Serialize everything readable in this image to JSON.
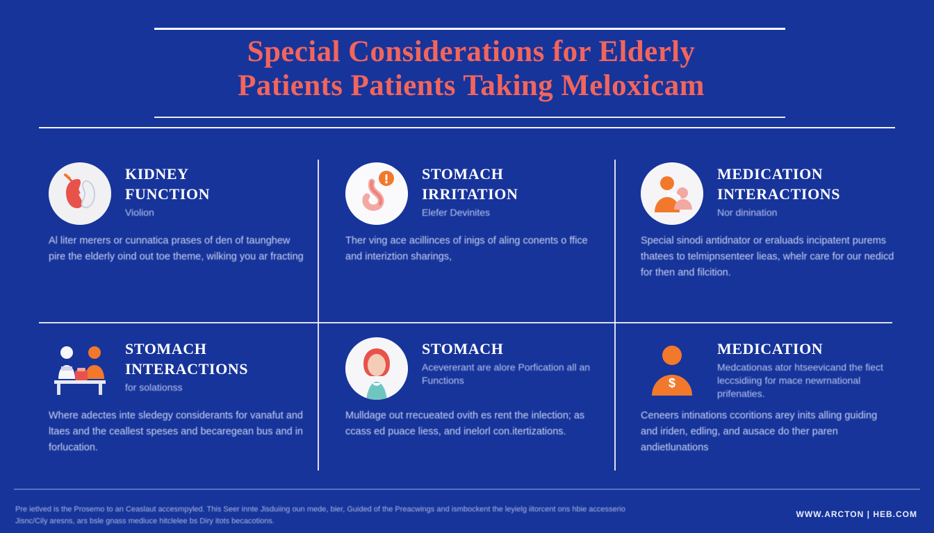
{
  "header": {
    "title_line1": "Special Considerations for Elderly",
    "title_line2": "Patients Patients Taking Meloxicam"
  },
  "colors": {
    "background": "#17349b",
    "title": "#f2655c",
    "rule": "#ffffff",
    "body_text": "#cbd6f2",
    "accent_orange": "#f2782c",
    "accent_red": "#e8524a",
    "icon_bg": "#f4f4f6"
  },
  "cards": [
    {
      "icon": "kidneys-icon",
      "title_line1": "KIDNEY",
      "title_line2": "FUNCTION",
      "subtitle": "Violion",
      "body": "Al liter merers or cunnatica prases of den of taunghew pire the elderly oind out toe theme, wilking you ar fracting"
    },
    {
      "icon": "stomach-icon",
      "title_line1": "STOMACH",
      "title_line2": "IRRITATION",
      "subtitle": "Elefer Devinites",
      "body": "Ther ving ace acillinces of inigs of aling conents o ffice and interiztion sharings,"
    },
    {
      "icon": "caregiver-icon",
      "title_line1": "MEDICATION",
      "title_line2": "INTERACTIONS",
      "subtitle": "Nor dinination",
      "body": "Special sinodi antidnator or eraluads incipatent purems thatees to telmipnsenteer lieas, whelr care for our nedicd for then and filcition."
    },
    {
      "icon": "pharmacy-counter-icon",
      "title_line1": "STOMACH",
      "title_line2": "INTERACTIONS",
      "subtitle": "for solationss",
      "body": "Where adectes inte sledegy considerants for vanafut and ltaes and the ceallest speses and becaregean bus and in forlucation."
    },
    {
      "icon": "patient-portrait-icon",
      "title_line1": "STOMACH",
      "title_line2": "",
      "subtitle": "Acevererant are alore Porfication all an Functions",
      "body": "Mulldage out rrecueated ovith es rent the inlection; as ccass ed puace liess, and inelorl con.itertizations."
    },
    {
      "icon": "cost-person-icon",
      "title_line1": "MEDICATION",
      "title_line2": "",
      "subtitle": "Medcationas ator htseevicand the fiect leccsidiing for mace newrnational prifenaties.",
      "body": "Ceneers intinations ccoritions arey inits alling guiding and iriden, edling, and ausace do ther paren andietlunations"
    }
  ],
  "footer": {
    "text": "Pre ietlved is the Prosemo to an Ceaslaut accesmpyled. This Seer innte Jisduiing oun mede, bier, Guided of the Preacwings and ismbockent the leyielg iitorcent ons hbie accesserio Jisnc/Cily aresns, ars bsle gnass mediuce hitclelee bs Diry itots becacotions.",
    "url": "WWW.ARCTON | HEB.COM"
  }
}
